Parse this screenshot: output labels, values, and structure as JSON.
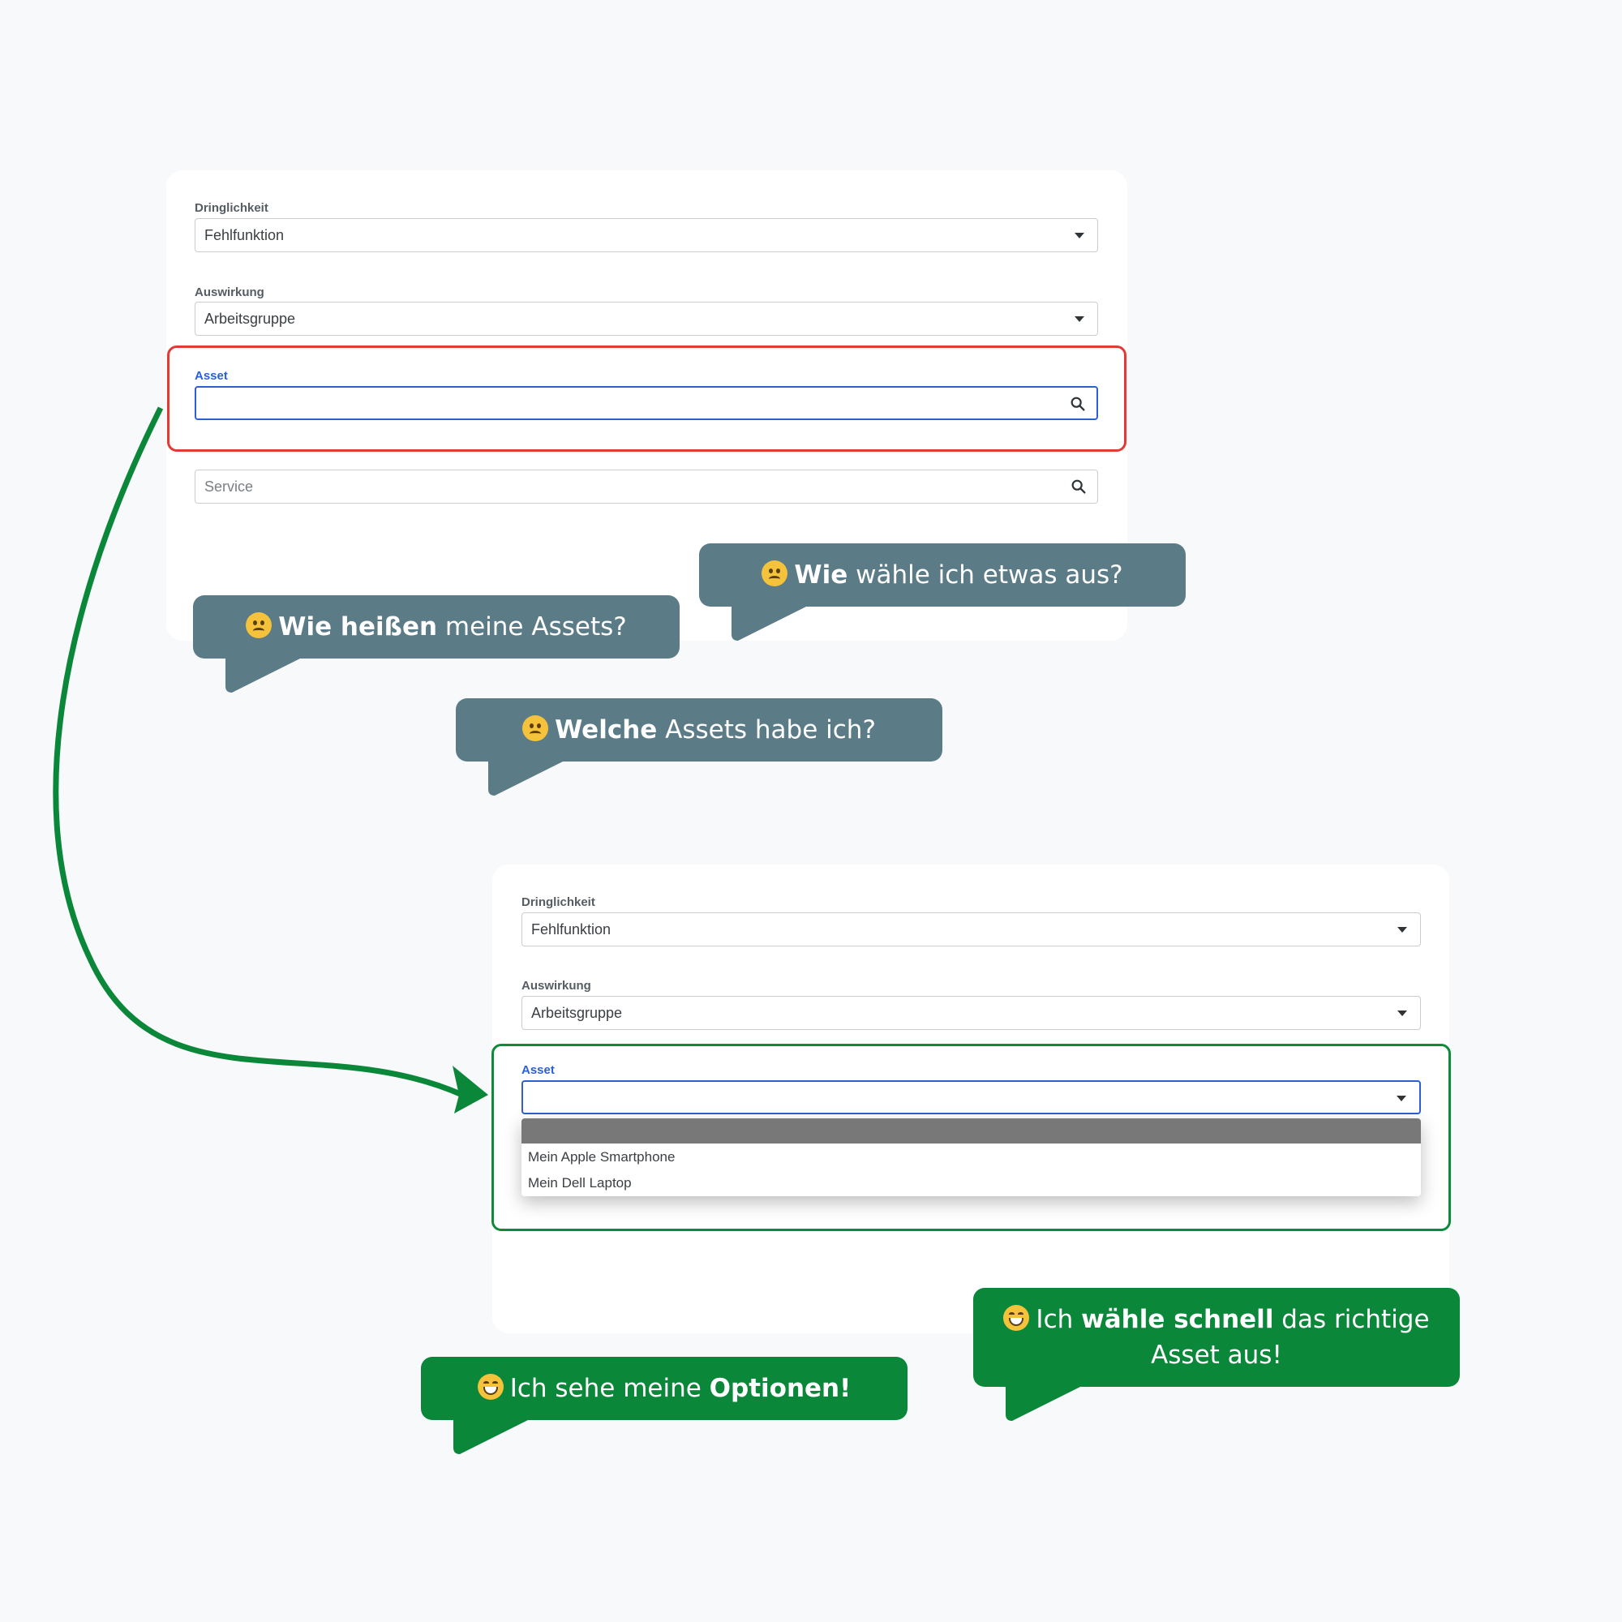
{
  "before_form": {
    "urgency": {
      "label": "Dringlichkeit",
      "value": "Fehlfunktion"
    },
    "impact": {
      "label": "Auswirkung",
      "value": "Arbeitsgruppe"
    },
    "asset": {
      "label": "Asset",
      "value": ""
    },
    "service": {
      "placeholder": "Service"
    }
  },
  "after_form": {
    "urgency": {
      "label": "Dringlichkeit",
      "value": "Fehlfunktion"
    },
    "impact": {
      "label": "Auswirkung",
      "value": "Arbeitsgruppe"
    },
    "asset": {
      "label": "Asset",
      "value": "",
      "options": [
        "Mein Apple Smartphone",
        "Mein Dell Laptop"
      ]
    }
  },
  "bubbles": {
    "how_choose": {
      "bold": "Wie",
      "rest": " wähle ich etwas aus?"
    },
    "names": {
      "bold": "Wie heißen",
      "rest": " meine Assets?"
    },
    "which": {
      "bold": "Welche",
      "rest": " Assets habe ich?"
    },
    "options": {
      "pre": "Ich sehe meine ",
      "bold": "Optionen!"
    },
    "quick": {
      "pre": "Ich ",
      "bold": "wähle schnell",
      "rest": " das richtige",
      "line2": "Asset aus!"
    }
  },
  "colors": {
    "background": "#f7f9fb",
    "bubble_grey": "#5b7b87",
    "bubble_green": "#0b873a",
    "highlight_red": "#e53935",
    "highlight_green": "#0e8a3a",
    "focus_blue": "#2a5fd6"
  },
  "icons": [
    "search-icon",
    "chevron-down-icon",
    "sad-face-icon",
    "grin-face-icon",
    "curved-arrow-icon"
  ]
}
